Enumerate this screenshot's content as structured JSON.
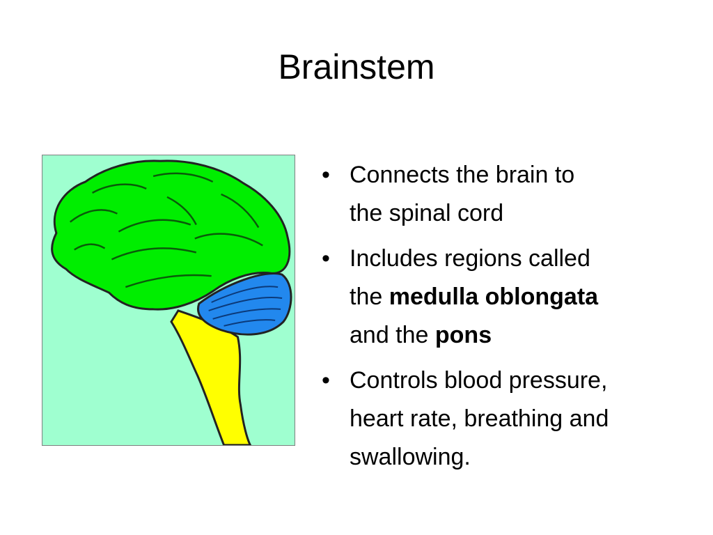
{
  "slide": {
    "title": "Brainstem"
  },
  "illustration": {
    "background_color": "#9fffd0",
    "cerebrum_color": "#00ee00",
    "cerebellum_color": "#2288ee",
    "brainstem_color": "#ffff00"
  },
  "bullets": [
    {
      "symbol": "•",
      "lines": [
        "Connects the brain to",
        "the spinal cord"
      ]
    },
    {
      "symbol": "•",
      "line1": "Includes regions called",
      "line2_prefix": "the ",
      "line2_bold": "medulla oblongata",
      "line3_prefix": "and the ",
      "line3_bold": "pons"
    },
    {
      "symbol": "•",
      "lines": [
        "Controls blood pressure,",
        "heart rate, breathing and",
        "swallowing."
      ]
    }
  ]
}
